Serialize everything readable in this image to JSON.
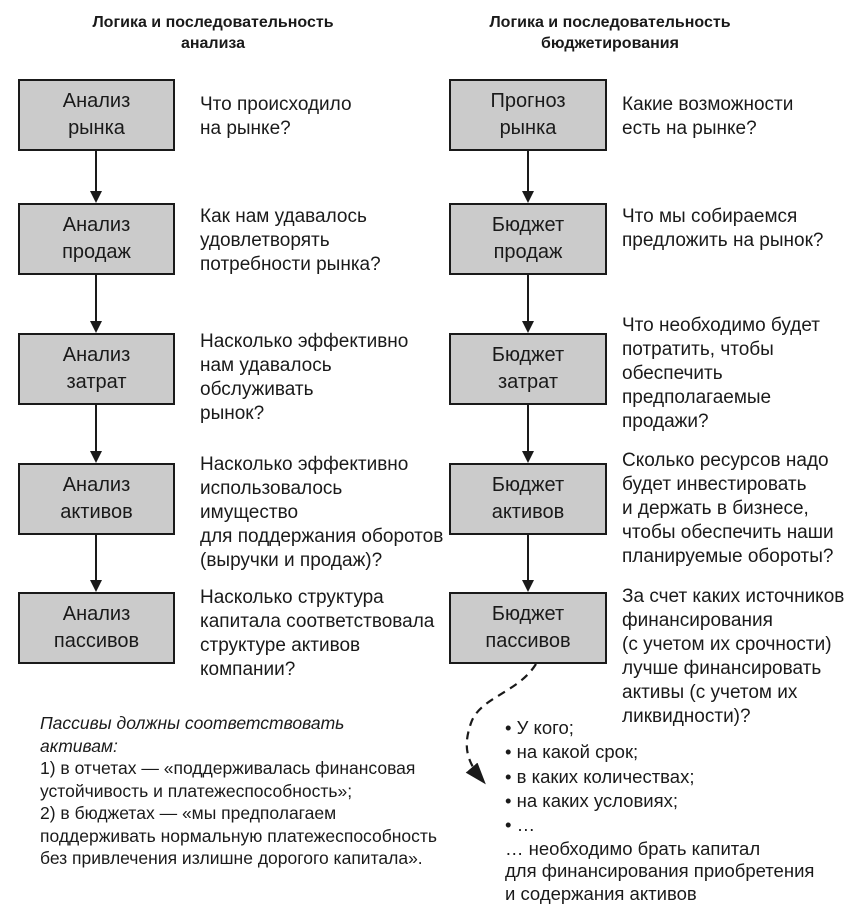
{
  "colors": {
    "background": "#ffffff",
    "box_fill": "#cbcbcb",
    "box_border": "#1a1a1a",
    "text": "#1a1a1a"
  },
  "analysis": {
    "title": "Логика и последовательность\nанализа",
    "steps": [
      {
        "box": "Анализ\nрынка",
        "question": "Что происходило\nна рынке?"
      },
      {
        "box": "Анализ\nпродаж",
        "question": "Как нам удавалось\nудовлетворять\nпотребности рынка?"
      },
      {
        "box": "Анализ\nзатрат",
        "question": "Насколько эффективно\nнам удавалось\nобслуживать\nрынок?"
      },
      {
        "box": "Анализ\nактивов",
        "question": "Насколько эффективно\nиспользовалось имущество\nдля поддержания оборотов\n(выручки и продаж)?"
      },
      {
        "box": "Анализ\nпассивов",
        "question": "Насколько структура\nкапитала соответствовала\nструктуре активов\nкомпании?"
      }
    ],
    "note_lead": "Пассивы должны соответствовать\nактивам:",
    "note_body": "1) в отчетах — «поддерживалась финансовая\nустойчивость и платежеспособность»;\n2) в бюджетах — «мы предполагаем\nподдерживать нормальную платежеспособность\nбез привлечения излишне дорогого капитала»."
  },
  "budgeting": {
    "title": "Логика и последовательность\nбюджетирования",
    "steps": [
      {
        "box": "Прогноз\nрынка",
        "question": "Какие возможности\nесть на рынке?"
      },
      {
        "box": "Бюджет\nпродаж",
        "question": "Что мы собираемся\nпредложить на рынок?"
      },
      {
        "box": "Бюджет\nзатрат",
        "question": "Что необходимо будет\nпотратить, чтобы\nобеспечить\nпредполагаемые\nпродажи?"
      },
      {
        "box": "Бюджет\nактивов",
        "question": "Сколько ресурсов надо\nбудет инвестировать\nи держать в бизнесе,\nчтобы обеспечить наши\nпланируемые обороты?"
      },
      {
        "box": "Бюджет\nпассивов",
        "question": "За счет каких источников\nфинансирования\n(с учетом их срочности)\nлучше финансировать\nактивы (с учетом их\nликвидности)?"
      }
    ],
    "bullets": [
      "У кого;",
      "на какой срок;",
      "в каких количествах;",
      "на каких условиях;",
      "…"
    ],
    "footer": "… необходимо брать капитал\nдля финансирования приобретения\nи содержания активов"
  }
}
